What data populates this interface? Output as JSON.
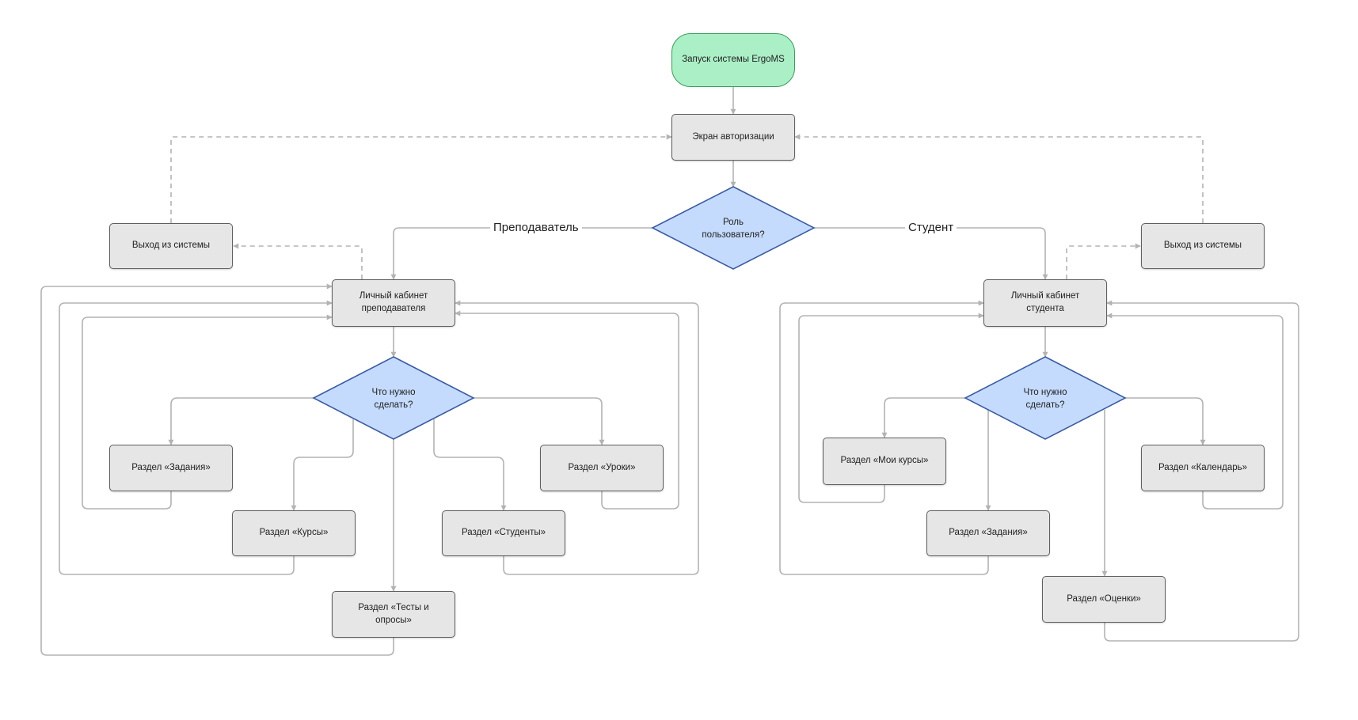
{
  "diagram": {
    "start": "Запуск системы ErgoMS",
    "auth": "Экран авторизации",
    "role_question": [
      "Роль",
      "пользователя?"
    ],
    "branch_teacher": "Преподаватель",
    "branch_student": "Студент",
    "logout_left": "Выход из системы",
    "logout_right": "Выход из системы",
    "teacher": {
      "cabinet": [
        "Личный кабинет",
        "преподавателя"
      ],
      "question": [
        "Что нужно",
        "сделать?"
      ],
      "tasks": "Раздел «Задания»",
      "courses": "Раздел «Курсы»",
      "lessons": "Раздел «Уроки»",
      "students": "Раздел «Студенты»",
      "tests": [
        "Раздел «Тесты и",
        "опросы»"
      ]
    },
    "student": {
      "cabinet": [
        "Личный кабинет",
        "студента"
      ],
      "question": [
        "Что нужно",
        "сделать?"
      ],
      "my_courses": "Раздел «Мои курсы»",
      "tasks": "Раздел «Задания»",
      "calendar": "Раздел «Календарь»",
      "grades": "Раздел «Оценки»"
    }
  },
  "colors": {
    "start_fill": "#abefc6",
    "start_border": "#3a9a5c",
    "box_fill": "#e6e6e6",
    "box_border": "#5f5f5f",
    "decision_fill": "#c5dbfd",
    "decision_border": "#3a5ba0",
    "connector": "#b3b3b3"
  }
}
